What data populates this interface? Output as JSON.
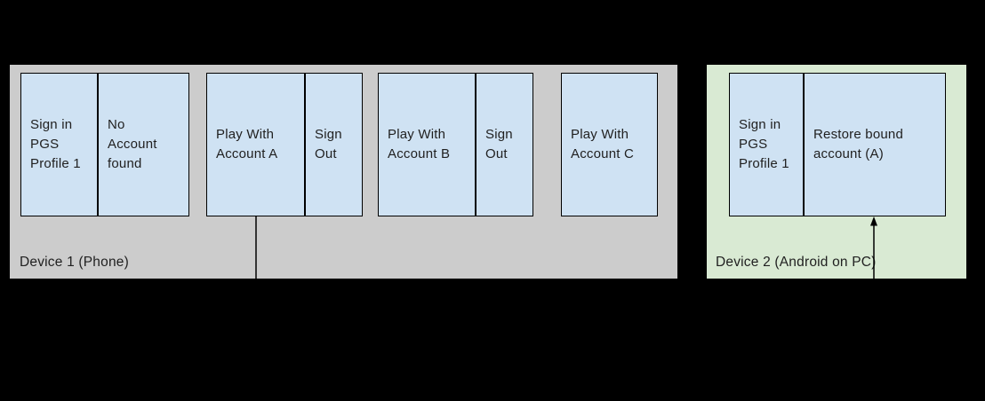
{
  "colors": {
    "background": "#000000",
    "panel_gray": "#cccccc",
    "panel_green": "#d9ead3",
    "box_blue": "#cfe2f3",
    "border": "#000000",
    "text": "#212121"
  },
  "device1": {
    "label": "Device 1 (Phone)",
    "steps": [
      {
        "cells": [
          {
            "label": "Sign in\nPGS\nProfile 1"
          },
          {
            "label": "No\nAccount\nfound"
          }
        ]
      },
      {
        "cells": [
          {
            "label": "Play With\nAccount A"
          },
          {
            "label": "Sign\nOut"
          }
        ]
      },
      {
        "cells": [
          {
            "label": "Play With\nAccount B"
          },
          {
            "label": "Sign\nOut"
          }
        ]
      },
      {
        "cells": [
          {
            "label": "Play With\nAccount C"
          }
        ]
      }
    ]
  },
  "device2": {
    "label": "Device 2 (Android on PC)",
    "steps": [
      {
        "cells": [
          {
            "label": "Sign in\nPGS\nProfile 1"
          },
          {
            "label": "Restore bound\naccount (A)"
          }
        ]
      }
    ]
  }
}
